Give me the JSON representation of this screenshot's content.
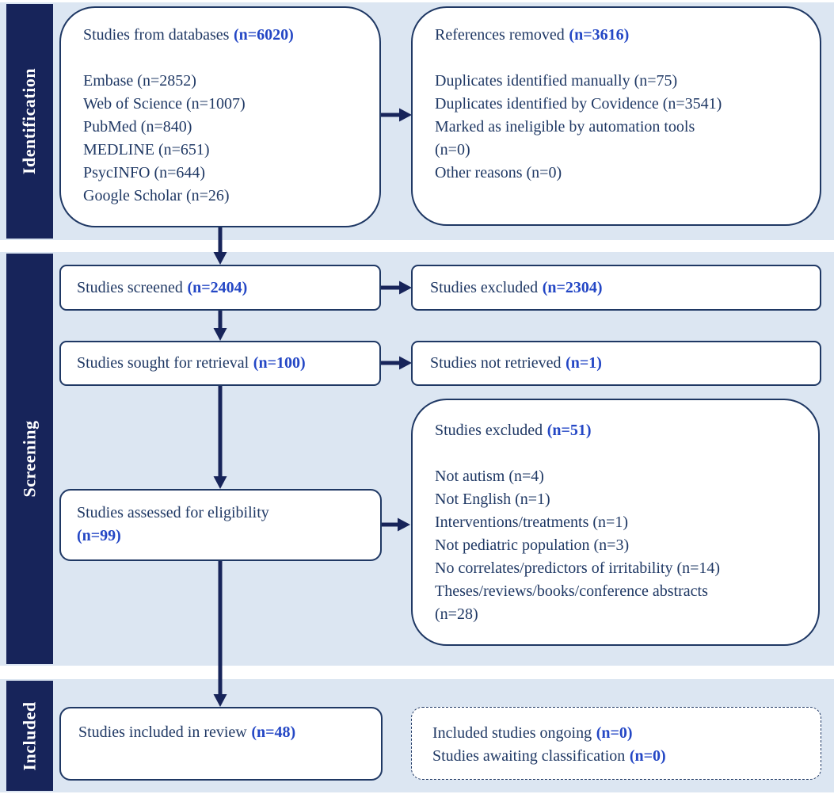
{
  "diagram": {
    "type": "PRISMA flow diagram",
    "colors": {
      "section_band": "#dce6f2",
      "section_bar": "#17245a",
      "box_border": "#1f3864",
      "text": "#1f3864",
      "accent_number": "#2447c5"
    },
    "sections": [
      {
        "label": "Identification"
      },
      {
        "label": "Screening"
      },
      {
        "label": "Included"
      }
    ],
    "boxes": {
      "databases": {
        "title": "Studies from databases",
        "n": "(n=6020)",
        "lines": [
          "Embase (n=2852)",
          "Web of Science (n=1007)",
          "PubMed (n=840)",
          "MEDLINE (n=651)",
          "PsycINFO (n=644)",
          "Google Scholar (n=26)"
        ]
      },
      "references_removed": {
        "title": "References removed",
        "n": "(n=3616)",
        "lines": [
          "Duplicates identified manually (n=75)",
          "Duplicates identified by Covidence (n=3541)",
          "Marked as ineligible by automation tools",
          "(n=0)",
          "Other reasons (n=0)"
        ]
      },
      "screened": {
        "text": "Studies screened",
        "n": "(n=2404)"
      },
      "excluded_screening": {
        "text": "Studies excluded",
        "n": "(n=2304)"
      },
      "sought": {
        "text": "Studies sought for retrieval",
        "n": "(n=100)"
      },
      "not_retrieved": {
        "text": "Studies not retrieved",
        "n": "(n=1)"
      },
      "assessed": {
        "text": "Studies assessed for eligibility",
        "n": "(n=99)"
      },
      "excluded_eligibility": {
        "title": "Studies excluded",
        "n": "(n=51)",
        "lines": [
          "Not autism (n=4)",
          "Not English (n=1)",
          "Interventions/treatments (n=1)",
          "Not pediatric population (n=3)",
          "No correlates/predictors of irritability (n=14)",
          "Theses/reviews/books/conference abstracts",
          "(n=28)"
        ]
      },
      "included_review": {
        "text": "Studies included in review",
        "n": "(n=48)"
      },
      "ongoing": {
        "lines": [
          {
            "text": "Included studies ongoing",
            "n": "(n=0)"
          },
          {
            "text": "Studies awaiting classification",
            "n": "(n=0)"
          }
        ]
      }
    }
  }
}
